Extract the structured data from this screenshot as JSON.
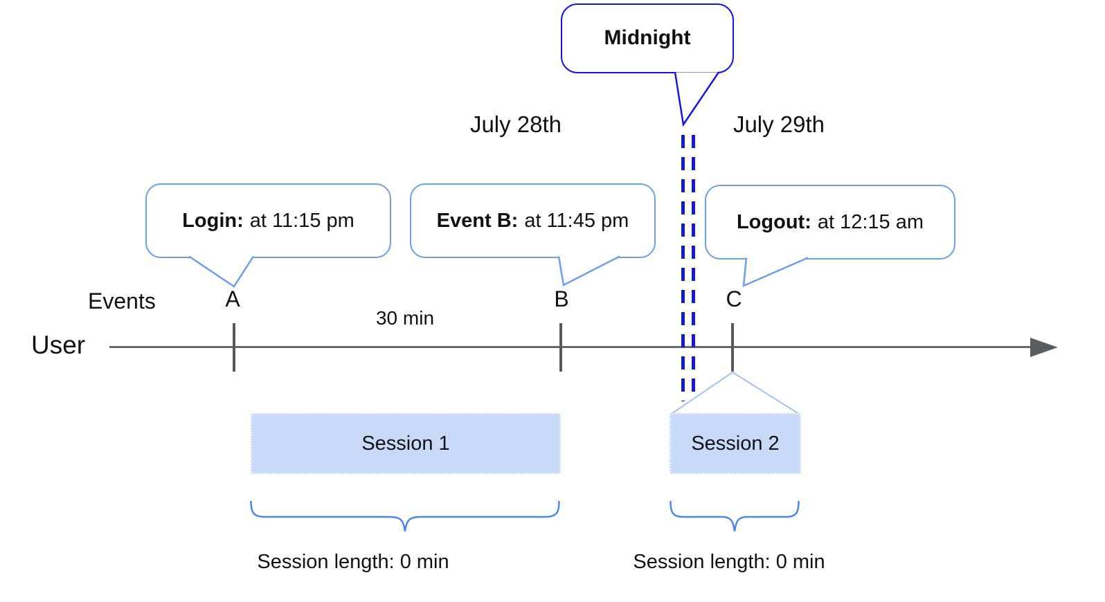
{
  "callouts": {
    "midnight": {
      "text": "Midnight"
    },
    "login": {
      "label": "Login:",
      "value": "at 11:15 pm"
    },
    "event_b": {
      "label": "Event B:",
      "value": "at 11:45 pm"
    },
    "logout": {
      "label": "Logout:",
      "value": "at 12:15 am"
    }
  },
  "dates": {
    "before_midnight": "July 28th",
    "after_midnight": "July 29th"
  },
  "axis": {
    "events_label": "Events",
    "user_label": "User",
    "interval_label": "30 min",
    "event_markers": [
      "A",
      "B",
      "C"
    ]
  },
  "sessions": [
    {
      "name": "Session 1",
      "length": "Session length: 0 min"
    },
    {
      "name": "Session 2",
      "length": "Session length: 0 min"
    }
  ],
  "colors": {
    "callout_border": "#6d9eeb",
    "midnight_border": "#1414e8",
    "midnight_divider": "#1717d8",
    "session_fill": "#c9daf8",
    "funnel_line": "#a4c2f4",
    "brace": "#4a86e8",
    "timeline": "#66696d",
    "tick": "#58595b",
    "text": "#111111"
  }
}
